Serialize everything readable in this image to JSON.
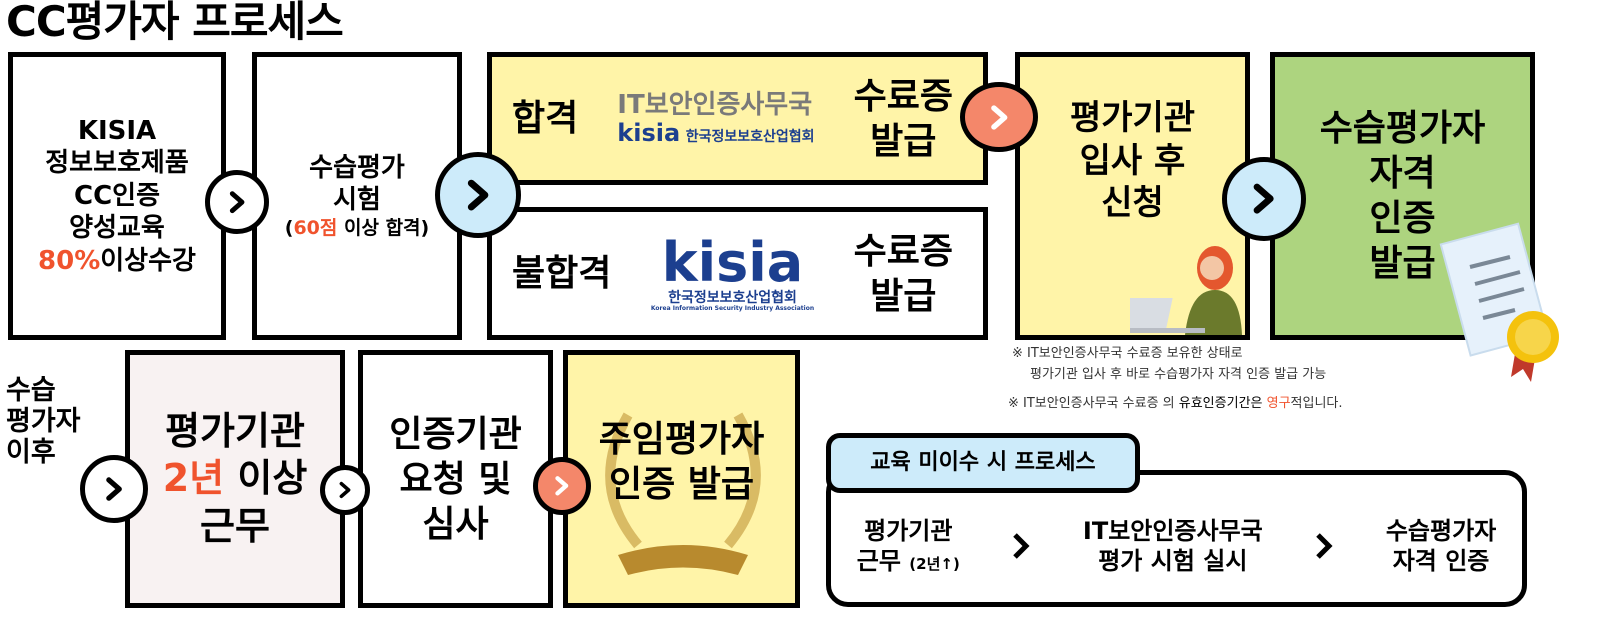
{
  "title": "CC평가자 프로세스",
  "step1": {
    "l1": "KISIA",
    "l2": "정보보호제품",
    "l3": "CC인증",
    "l4": "양성교육",
    "pct": "80%",
    "l5": "이상수강"
  },
  "step2": {
    "l1": "수습평가",
    "l2": "시험",
    "open": "(",
    "score": "60점",
    "rest": " 이상 합격)"
  },
  "pass": {
    "label": "합격",
    "org1": "IT보안인증사무국",
    "org2_logo": "kisia",
    "org2": "한국정보보호산업협회",
    "result1": "수료증",
    "result2": "발급"
  },
  "fail": {
    "label": "불합격",
    "logo": "kisia",
    "org": "한국정보보호산업협회",
    "org_en": "Korea Information Security Industry Association",
    "result1": "수료증",
    "result2": "발급"
  },
  "step3": {
    "l1": "평가기관",
    "l2": "입사 후",
    "l3": "신청"
  },
  "step4": {
    "l1": "수습평가자",
    "l2": "자격",
    "l3": "인증",
    "l4": "발급"
  },
  "notes": {
    "n1a": "※ IT보안인증사무국 수료증 보유한 상태로",
    "n1b": "평가기관 입사 후 바로 수습평가자 자격 인증 발급 가능",
    "n2a": "※ IT보안인증사무국 수료증 의 ",
    "n2b": "유효인증기간은 ",
    "n2c": "영구",
    "n2d": "적입니다."
  },
  "after": {
    "label": "수습 평가자 이후"
  },
  "step5": {
    "l1": "평가기관",
    "years": "2년",
    "l2": "이상",
    "l3": "근무"
  },
  "step6": {
    "l1": "인증기관",
    "l2": "요청 및",
    "l3": "심사"
  },
  "step7": {
    "l1": "주임평가자",
    "l2": "인증 발급"
  },
  "alt": {
    "title": "교육 미이수 시 프로세스",
    "s1a": "평가기관",
    "s1b": "근무",
    "s1c": "(2년↑)",
    "s2a": "IT보안인증사무국",
    "s2b": "평가 시험 실시",
    "s3a": "수습평가자",
    "s3b": "자격 인증"
  },
  "colors": {
    "yellow": "#fff4a8",
    "green": "#add47f",
    "blue": "#cdebfa",
    "orange": "#f4876a",
    "pink": "#f8f2f2",
    "accent": "#f0532d"
  }
}
